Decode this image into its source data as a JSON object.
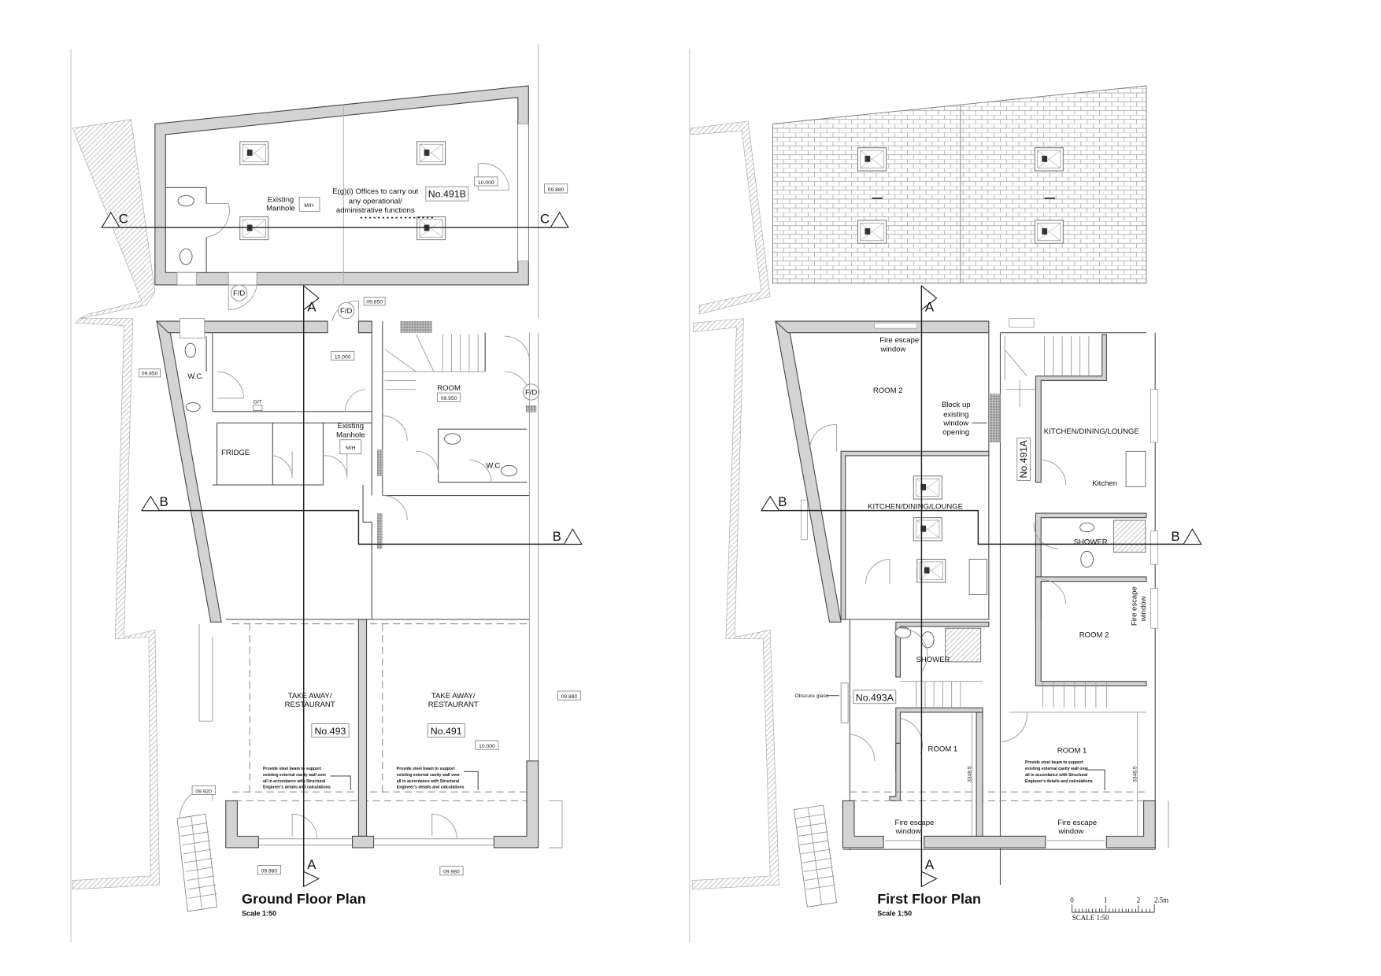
{
  "ground_floor": {
    "title": "Ground Floor Plan",
    "scale": "Scale 1:50",
    "office_use": [
      "E(g)(i) Offices to carry out",
      "any operational/",
      "administrative functions"
    ],
    "unit_numbers": [
      "No.491B",
      "No.493",
      "No.491"
    ],
    "manhole_labels": [
      [
        "Existing",
        "Manhole"
      ],
      [
        "Existing",
        "Manhole"
      ]
    ],
    "manhole_tag": "M/H",
    "rooms": [
      "W.C.",
      "ROOM",
      "W.C",
      "FRIDGE",
      "G/T"
    ],
    "restaurant": [
      "TAKE AWAY/",
      "RESTAURANT"
    ],
    "fire_door": "F/D",
    "levels": [
      "10.000",
      "09.880",
      "09.850",
      "10.000",
      "09.850",
      "09.950",
      "09.880",
      "10.000",
      "09.920",
      "09.980",
      "09.980"
    ],
    "beam_note": [
      "Provide steel beam to support",
      "existing external cavity wall over",
      "all in accordance with Structural",
      "Engineer's details and calculations"
    ],
    "sections": [
      "A",
      "B",
      "C"
    ]
  },
  "first_floor": {
    "title": "First Floor Plan",
    "scale": "Scale 1:50",
    "unit_numbers": [
      "No.491A",
      "No.493A"
    ],
    "fire_escape": [
      "Fire escape",
      "window"
    ],
    "block_up": [
      "Block up",
      "existing",
      "window",
      "opening"
    ],
    "rooms": [
      "ROOM 2",
      "KITCHEN/DINING/LOUNGE",
      "KITCHEN/DINING/LOUNGE",
      "Kitchen",
      "SHOWER",
      "ROOM 2",
      "SHOWER",
      "ROOM 1",
      "ROOM 1"
    ],
    "obscure_glass": "Obscure glass",
    "dimension": "3348.5",
    "beam_note": [
      "Provide steel beam to support",
      "existing external cavity wall over",
      "all in accordance with Structural",
      "Engineer's details and calculations"
    ],
    "sections": [
      "A",
      "B"
    ]
  },
  "scale_bar": {
    "ticks": [
      "0",
      "1",
      "2",
      "2.5m"
    ],
    "caption": "SCALE 1:50"
  }
}
